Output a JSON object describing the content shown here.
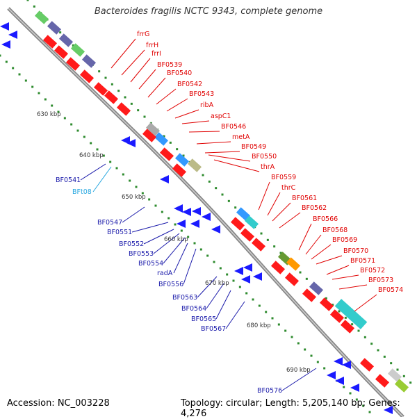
{
  "title": "Bacteroides fragilis NCTC 9343, complete genome",
  "footer": {
    "accession": "Accession: NC_003228",
    "summary": "Topology: circular; Length: 5,205,140 bp; Genes: 4,276"
  },
  "colors": {
    "backbone": "#999999",
    "tick": "#2e8b2e",
    "red_gene": "#ff1a1a",
    "red_label": "#e00000",
    "blue_gene": "#1a1aff",
    "blue_label": "#1a1aaa",
    "trna_label": "#29a8e0",
    "rna_gene": "#6666aa",
    "cyan_gene": "#33cccc"
  },
  "kbp_labels": [
    "630 kbp",
    "640 kbp",
    "650 kbp",
    "660 kbp",
    "670 kbp",
    "680 kbp",
    "690 kbp"
  ],
  "red_labels": [
    "frrG",
    "frrH",
    "frrI",
    "BF0539",
    "BF0540",
    "BF0542",
    "BF0543",
    "ribA",
    "aspC1",
    "BF0546",
    "metA",
    "BF0549",
    "BF0550",
    "thrA",
    "BF0559",
    "thrC",
    "BF0561",
    "BF0562",
    "BF0566",
    "BF0568",
    "BF0569",
    "BF0570",
    "BF0571",
    "BF0572",
    "BF0573",
    "BF0574"
  ],
  "blue_labels": [
    "BF0541",
    "BFt08",
    "BF0547",
    "BF0551",
    "BF0552",
    "BF0553",
    "BF0554",
    "radA",
    "BF0556",
    "BF0563",
    "BF0564",
    "BF0565",
    "BF0567",
    "BF0576"
  ]
}
